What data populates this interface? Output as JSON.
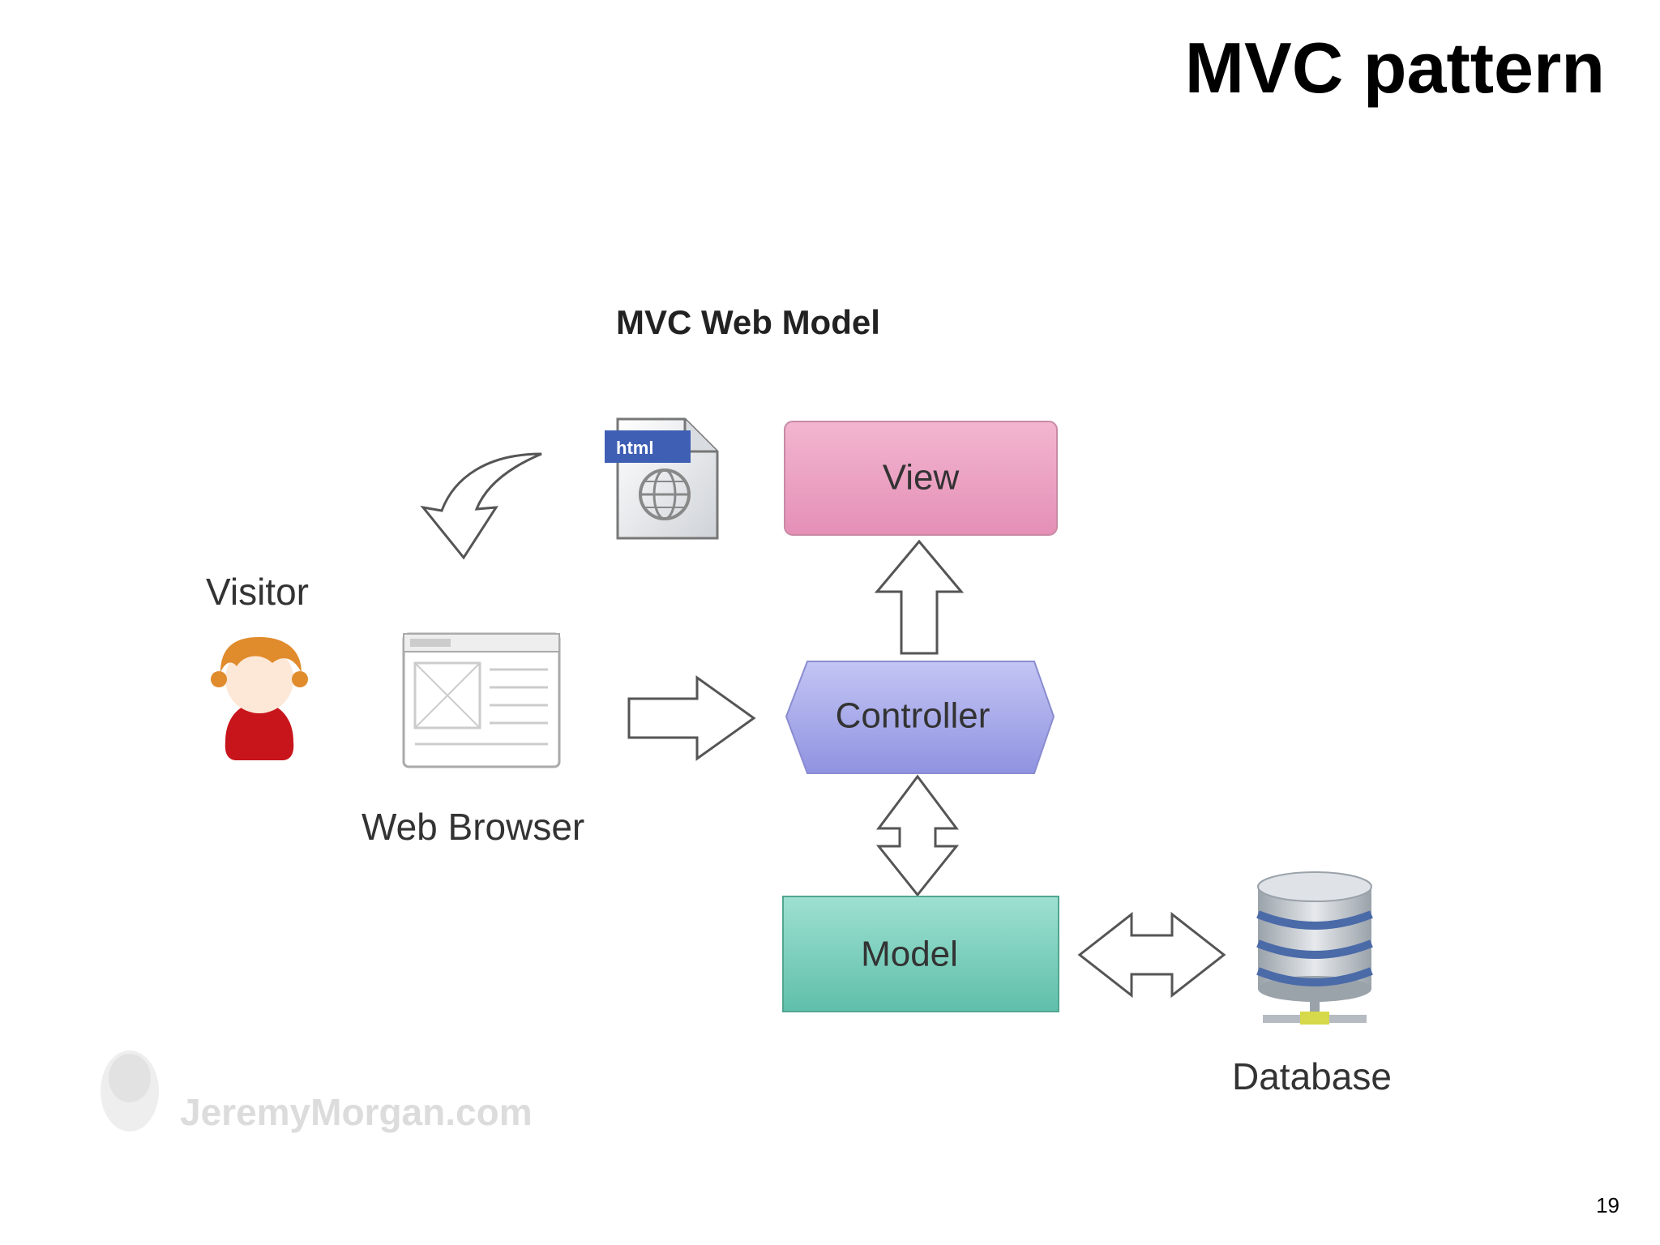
{
  "slide": {
    "title": "MVC pattern",
    "page_number": "19"
  },
  "diagram": {
    "title": "MVC Web Model",
    "labels": {
      "visitor": "Visitor",
      "web_browser": "Web Browser",
      "database": "Database"
    },
    "boxes": {
      "view": "View",
      "controller": "Controller",
      "model": "Model"
    },
    "document_badge": "html",
    "watermark": "JeremyMorgan.com",
    "colors": {
      "view_top": "#f2b6d0",
      "view_bottom": "#e58fb6",
      "controller_top": "#c3c5f4",
      "controller_bottom": "#9093e0",
      "model_top": "#9ee0d1",
      "model_bottom": "#5fbfaa",
      "visitor_hair": "#e08b2c",
      "visitor_shirt": "#c8151b",
      "document_badge": "#3f5fb5"
    },
    "icons": [
      "visitor-icon",
      "web-browser-icon",
      "html-document-icon",
      "database-icon"
    ]
  }
}
